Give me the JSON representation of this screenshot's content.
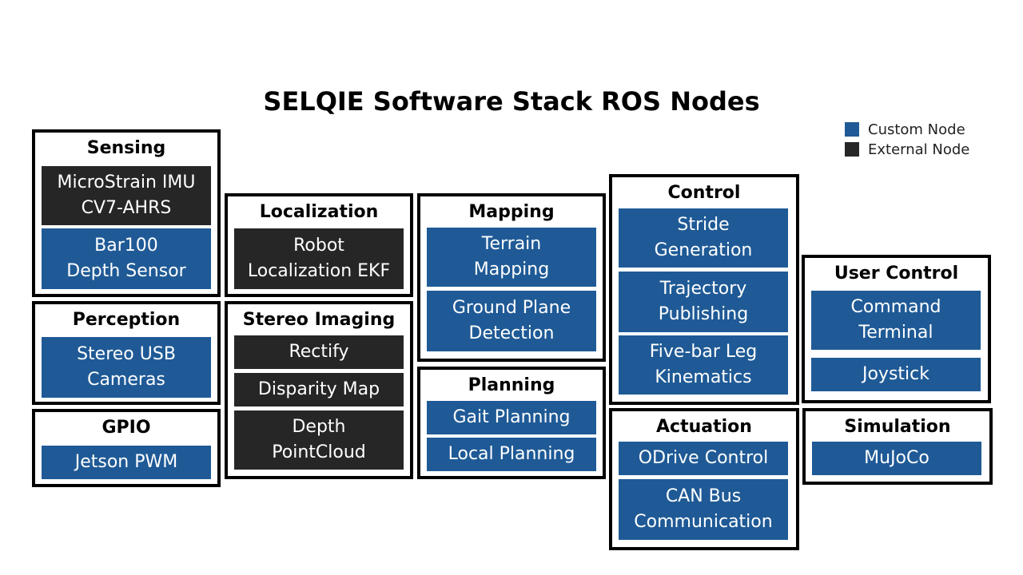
{
  "title": "SELQIE Software Stack ROS Nodes",
  "colors": {
    "custom": "#1f5a96",
    "external": "#262626",
    "border": "#000000"
  },
  "legend": [
    {
      "label": "Custom Node",
      "kind": "custom"
    },
    {
      "label": "External Node",
      "kind": "external"
    }
  ],
  "groups": [
    {
      "id": "sensing",
      "title": "Sensing",
      "nodes": [
        {
          "label": "MicroStrain IMU\nCV7-AHRS",
          "kind": "external"
        },
        {
          "label": "Bar100\nDepth Sensor",
          "kind": "custom"
        }
      ]
    },
    {
      "id": "perception",
      "title": "Perception",
      "nodes": [
        {
          "label": "Stereo USB\nCameras",
          "kind": "custom"
        }
      ]
    },
    {
      "id": "gpio",
      "title": "GPIO",
      "nodes": [
        {
          "label": "Jetson PWM",
          "kind": "custom"
        }
      ]
    },
    {
      "id": "localization",
      "title": "Localization",
      "nodes": [
        {
          "label": "Robot\nLocalization EKF",
          "kind": "external"
        }
      ]
    },
    {
      "id": "stereo-imaging",
      "title": "Stereo Imaging",
      "nodes": [
        {
          "label": "Rectify",
          "kind": "external"
        },
        {
          "label": "Disparity Map",
          "kind": "external"
        },
        {
          "label": "Depth\nPointCloud",
          "kind": "external"
        }
      ]
    },
    {
      "id": "mapping",
      "title": "Mapping",
      "nodes": [
        {
          "label": "Terrain\nMapping",
          "kind": "custom"
        },
        {
          "label": "Ground Plane\nDetection",
          "kind": "custom"
        }
      ]
    },
    {
      "id": "planning",
      "title": "Planning",
      "nodes": [
        {
          "label": "Gait Planning",
          "kind": "custom"
        },
        {
          "label": "Local Planning",
          "kind": "custom"
        }
      ]
    },
    {
      "id": "control",
      "title": "Control",
      "nodes": [
        {
          "label": "Stride\nGeneration",
          "kind": "custom"
        },
        {
          "label": "Trajectory\nPublishing",
          "kind": "custom"
        },
        {
          "label": "Five-bar Leg\nKinematics",
          "kind": "custom"
        }
      ]
    },
    {
      "id": "actuation",
      "title": "Actuation",
      "nodes": [
        {
          "label": "ODrive Control",
          "kind": "custom"
        },
        {
          "label": "CAN Bus\nCommunication",
          "kind": "custom"
        }
      ]
    },
    {
      "id": "user-control",
      "title": "User Control",
      "nodes": [
        {
          "label": "Command\nTerminal",
          "kind": "custom"
        },
        {
          "label": "Joystick",
          "kind": "custom"
        }
      ]
    },
    {
      "id": "simulation",
      "title": "Simulation",
      "nodes": [
        {
          "label": "MuJoCo",
          "kind": "custom"
        }
      ]
    }
  ]
}
